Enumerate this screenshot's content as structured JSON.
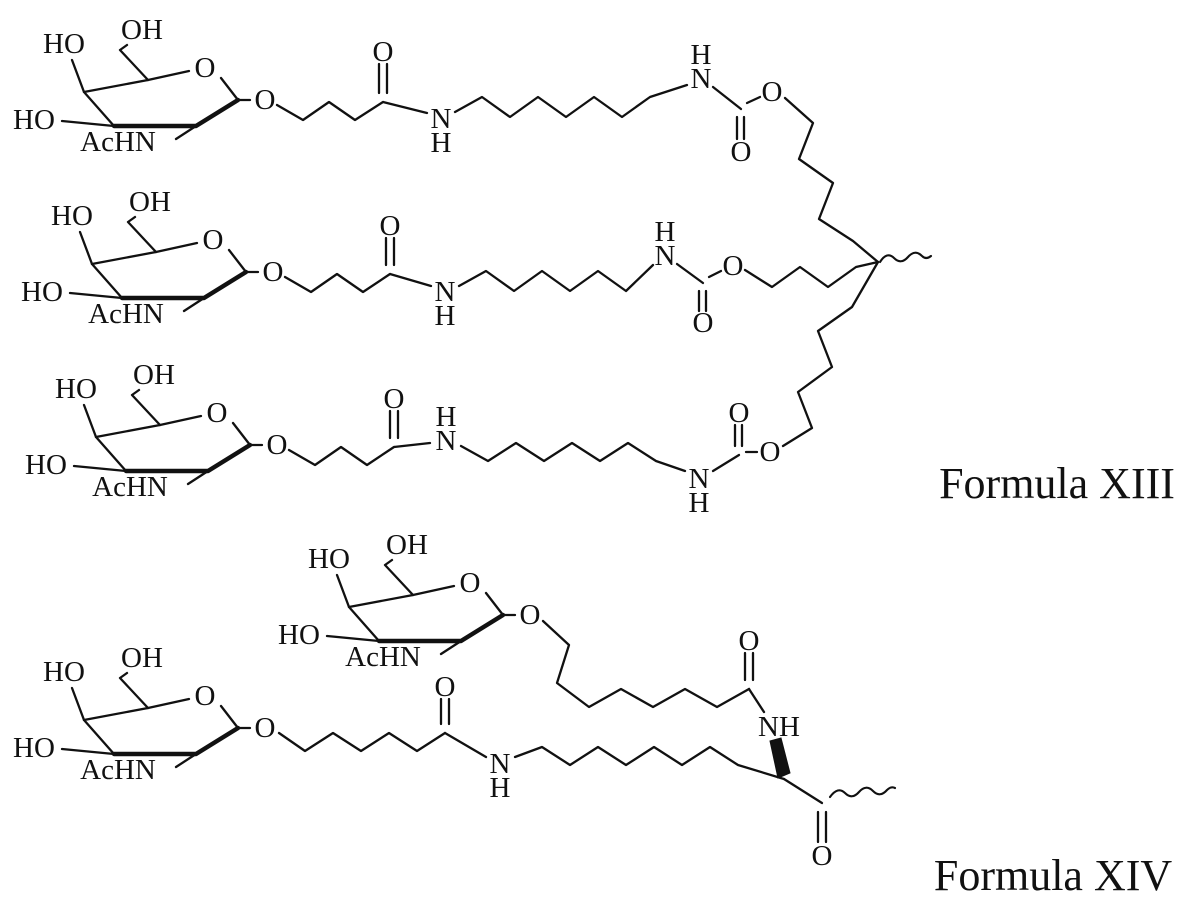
{
  "diagram": {
    "type": "chemical-structure-figure",
    "formulas": [
      {
        "id": "XIII",
        "label": "Formula XIII"
      },
      {
        "id": "XIV",
        "label": "Formula XIV"
      }
    ]
  },
  "atoms": {
    "ho": "HO",
    "oh": "OH",
    "o": "O",
    "achn": "AcHN",
    "n": "N",
    "h": "H",
    "nh": "NH"
  },
  "colors": {
    "ink": "#111111",
    "background": "#ffffff"
  }
}
